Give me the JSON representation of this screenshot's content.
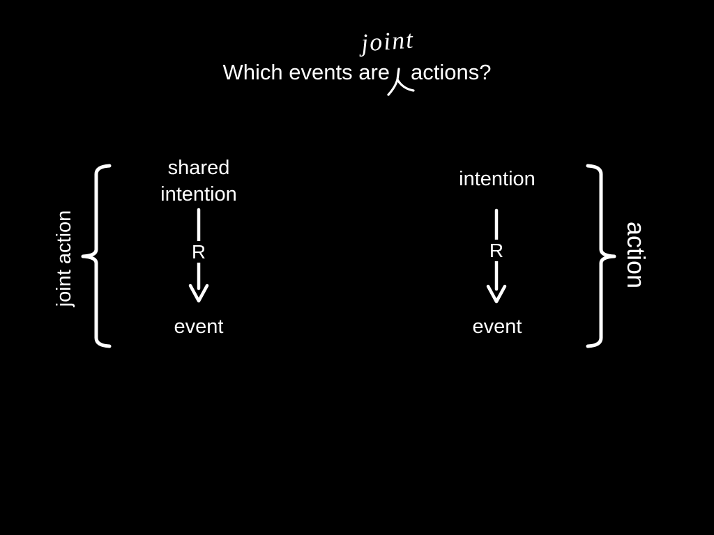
{
  "slide": {
    "background_color": "#000000",
    "text_color": "#ffffff"
  },
  "title": {
    "question_prefix": "Which events are",
    "question_suffix": "actions?",
    "inserted_word": "joint"
  },
  "left_group": {
    "brace_label": "joint action",
    "top_node": "shared intention",
    "relation_label": "R",
    "bottom_node": "event"
  },
  "right_group": {
    "brace_label": "action",
    "top_node": "intention",
    "relation_label": "R",
    "bottom_node": "event"
  }
}
